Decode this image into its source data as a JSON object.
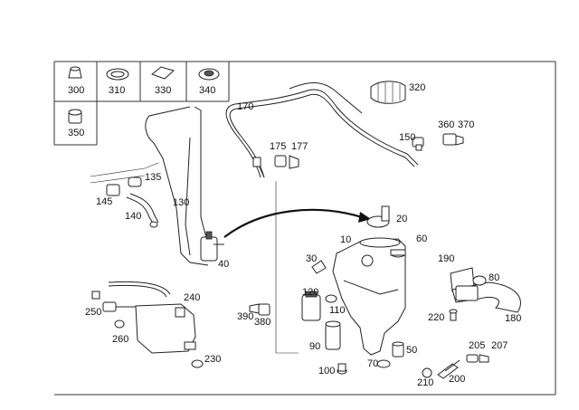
{
  "legend_box": {
    "cells": [
      {
        "part": "300",
        "icon": "cap-icon"
      },
      {
        "part": "310",
        "icon": "ring-seal-icon"
      },
      {
        "part": "330",
        "icon": "pad-icon"
      },
      {
        "part": "340",
        "icon": "grommet-icon"
      },
      {
        "part": "350",
        "icon": "plug-icon"
      }
    ]
  },
  "callouts": {
    "p10": "10",
    "p20": "20",
    "p30": "30",
    "p40": "40",
    "p50": "50",
    "p60": "60",
    "p70": "70",
    "p80": "80",
    "p90": "90",
    "p100": "100",
    "p110": "110",
    "p120": "120",
    "p130": "130",
    "p135": "135",
    "p140": "140",
    "p145": "145",
    "p150": "150",
    "p170": "170",
    "p175": "175",
    "p177": "177",
    "p180": "180",
    "p190": "190",
    "p200": "200",
    "p205": "205",
    "p207": "207",
    "p210": "210",
    "p220": "220",
    "p230": "230",
    "p240": "240",
    "p250": "250",
    "p260": "260",
    "p320": "320",
    "p360": "360",
    "p370": "370",
    "p380": "380",
    "p390": "390"
  }
}
